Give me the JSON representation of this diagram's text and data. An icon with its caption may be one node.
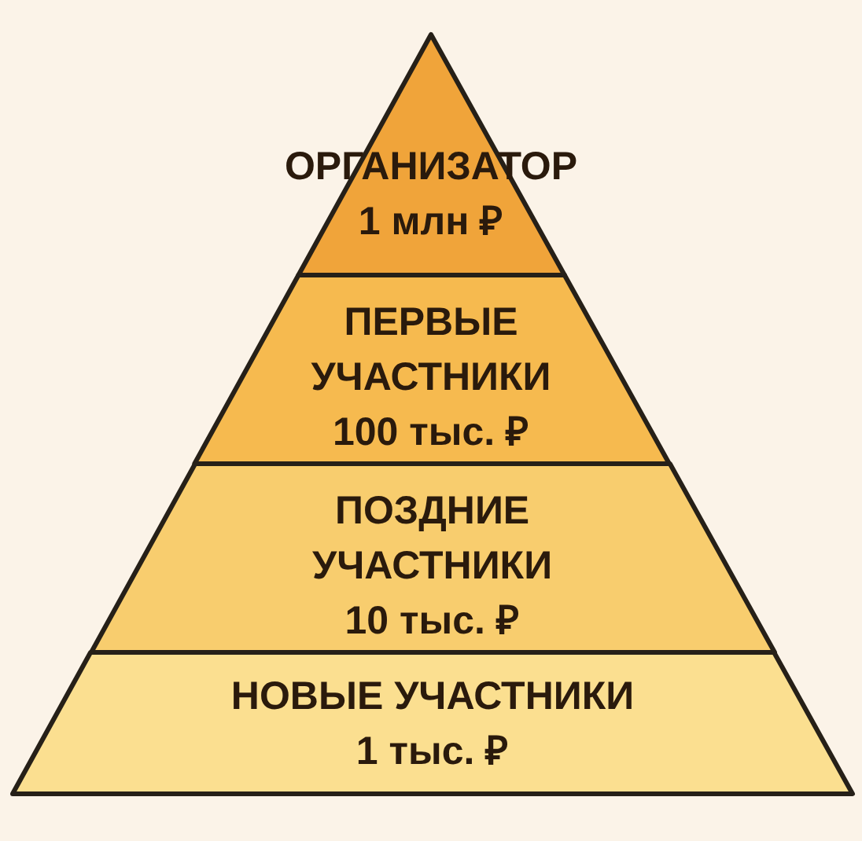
{
  "diagram": {
    "nodes": [
      {
        "text": [
          "ОРГАНИЗАТОР",
          "1 млн ₽"
        ]
      },
      {
        "text": [
          "ПЕРВЫЕ УЧАСТНИКИ",
          "100 тыс. ₽"
        ]
      },
      {
        "text": [
          "ПОЗДНИЕ УЧАСТНИКИ",
          "10 тыс. ₽"
        ]
      },
      {
        "text": [
          "НОВЫЕ УЧАСТНИКИ",
          "1 тыс. ₽"
        ]
      }
    ]
  }
}
